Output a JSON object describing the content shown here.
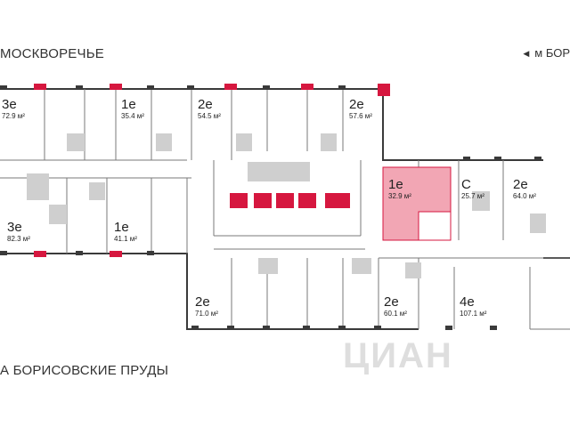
{
  "streets": {
    "top": "МОСКВОРЕЧЬЕ",
    "bottom": "А БОРИСОВСКИЕ ПРУДЫ"
  },
  "metro": {
    "label": "м БОР",
    "icon": "arrow-left-icon"
  },
  "watermark": "ЦИАН",
  "apartments": [
    {
      "type": "3е",
      "area": "72.9 м²"
    },
    {
      "type": "1е",
      "area": "35.4 м²"
    },
    {
      "type": "2е",
      "area": "54.5 м²"
    },
    {
      "type": "2е",
      "area": "57.6 м²"
    },
    {
      "type": "1е",
      "area": "32.9 м²",
      "selected": true
    },
    {
      "type": "С",
      "area": "25.7 м²"
    },
    {
      "type": "2е",
      "area": "64.0 м²"
    },
    {
      "type": "3е",
      "area": "82.3 м²"
    },
    {
      "type": "1е",
      "area": "41.1 м²"
    },
    {
      "type": "2е",
      "area": "71.0 м²"
    },
    {
      "type": "2е",
      "area": "60.1 м²"
    },
    {
      "type": "4е",
      "area": "107.1 м²"
    }
  ],
  "colors": {
    "selected": "#f2a6b4",
    "accent": "#d6173f",
    "wall": "#3a3a3a"
  }
}
